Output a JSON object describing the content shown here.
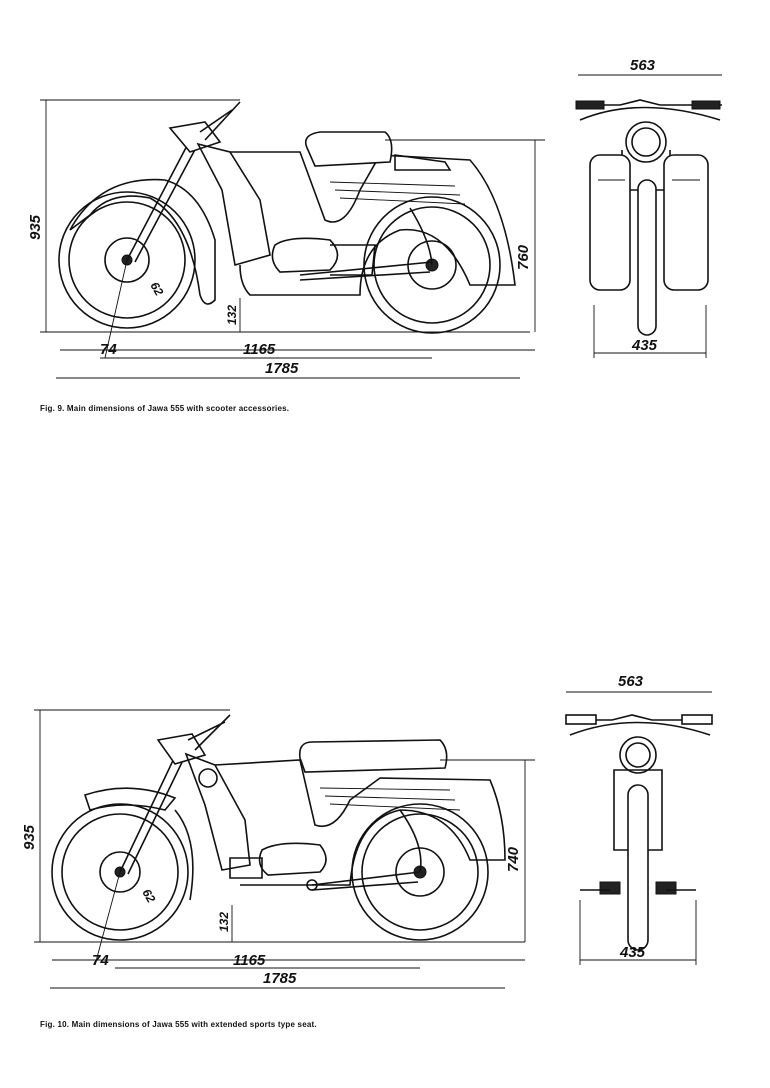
{
  "figures": [
    {
      "caption": "Fig. 9. Main dimensions of Jawa 555 with scooter accessories.",
      "dims": {
        "height": "935",
        "seat_height": "760",
        "clearance": "132",
        "fork_angle": "62",
        "overhang": "74",
        "wheelbase": "1165",
        "length": "1785",
        "handlebar_width": "563",
        "shield_width": "435"
      }
    },
    {
      "caption": "Fig. 10. Main dimensions of Jawa 555 with extended sports type seat.",
      "dims": {
        "height": "935",
        "seat_height": "740",
        "clearance": "132",
        "fork_angle": "62",
        "overhang": "74",
        "wheelbase": "1165",
        "length": "1785",
        "handlebar_width": "563",
        "footrest_width": "435"
      }
    }
  ]
}
